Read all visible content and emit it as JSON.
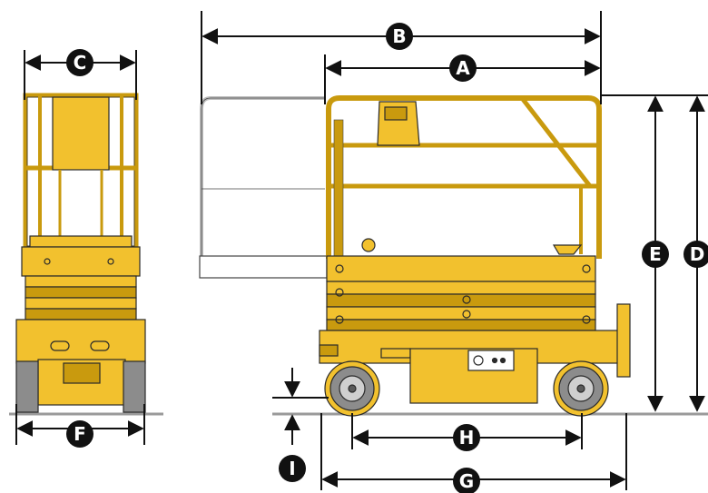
{
  "colors": {
    "body": "#f2c12e",
    "body_dark": "#c99a0e",
    "outline": "#2a2a2a",
    "dim_line": "#111111",
    "ground": "#9a9a9a",
    "tire": "#8c8c8c",
    "tire_dark": "#5a5a5a"
  },
  "labels": {
    "a": "A",
    "b": "B",
    "c": "C",
    "d": "D",
    "e": "E",
    "f": "F",
    "g": "G",
    "h": "H",
    "i": "I"
  }
}
